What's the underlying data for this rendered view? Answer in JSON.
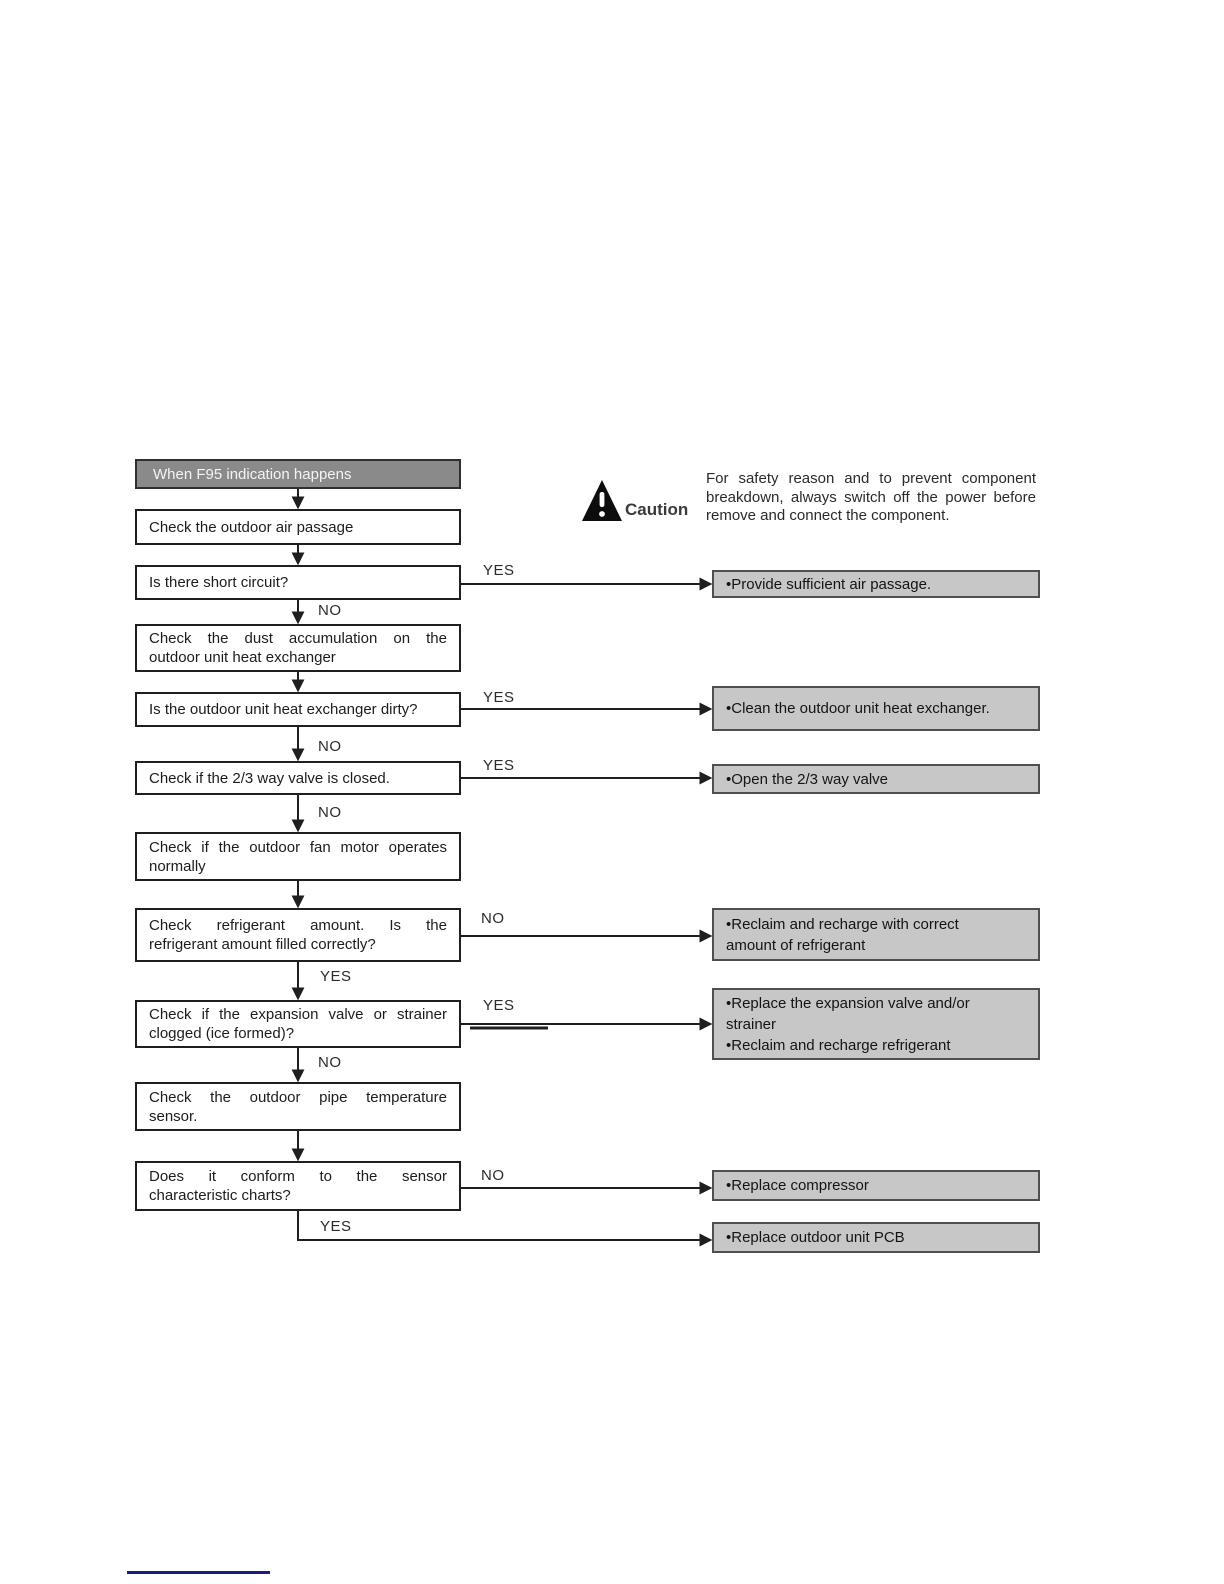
{
  "caution": {
    "label": "Caution",
    "icon": "warning-triangle-icon",
    "text": "For safety reason and to prevent component breakdown, always switch off the power before remove and connect the component."
  },
  "flowchart": {
    "start": "When F95 indication happens",
    "branch_labels": {
      "yes": "YES",
      "no": "NO"
    },
    "steps": [
      {
        "lines": [
          "Check the outdoor air passage"
        ]
      },
      {
        "lines": [
          "Is there short circuit?"
        ]
      },
      {
        "lines": [
          "Check the dust accumulation on the",
          "outdoor unit heat exchanger"
        ]
      },
      {
        "lines": [
          "Is the outdoor unit heat exchanger dirty?"
        ]
      },
      {
        "lines": [
          "Check if the 2/3 way valve is closed."
        ]
      },
      {
        "lines": [
          "Check if the outdoor fan motor operates",
          "normally"
        ]
      },
      {
        "lines": [
          "Check refrigerant amount. Is the",
          "refrigerant amount filled correctly?"
        ]
      },
      {
        "lines": [
          "Check if the expansion valve or strainer",
          "clogged (ice formed)?"
        ]
      },
      {
        "lines": [
          "Check the outdoor pipe temperature",
          "sensor."
        ]
      },
      {
        "lines": [
          "Does it conform to the sensor",
          "characteristic charts?"
        ]
      }
    ],
    "actions": [
      {
        "lines": [
          "•Provide sufficient air passage."
        ]
      },
      {
        "lines": [
          "•Clean the outdoor unit heat exchanger."
        ]
      },
      {
        "lines": [
          "•Open the 2/3 way valve"
        ]
      },
      {
        "lines": [
          "•Reclaim and recharge with correct",
          "amount of refrigerant"
        ]
      },
      {
        "lines": [
          "•Replace the expansion valve and/or",
          "strainer",
          "•Reclaim and recharge refrigerant"
        ]
      },
      {
        "lines": [
          "•Replace compressor"
        ]
      },
      {
        "lines": [
          "•Replace outdoor unit PCB"
        ]
      }
    ],
    "colors": {
      "start_fill": "#8a8a8a",
      "step_fill": "#ffffff",
      "action_fill": "#c7c7c7",
      "line": "#1f1f1f"
    }
  },
  "footer": {
    "divider_color": "#1b1b8a"
  }
}
